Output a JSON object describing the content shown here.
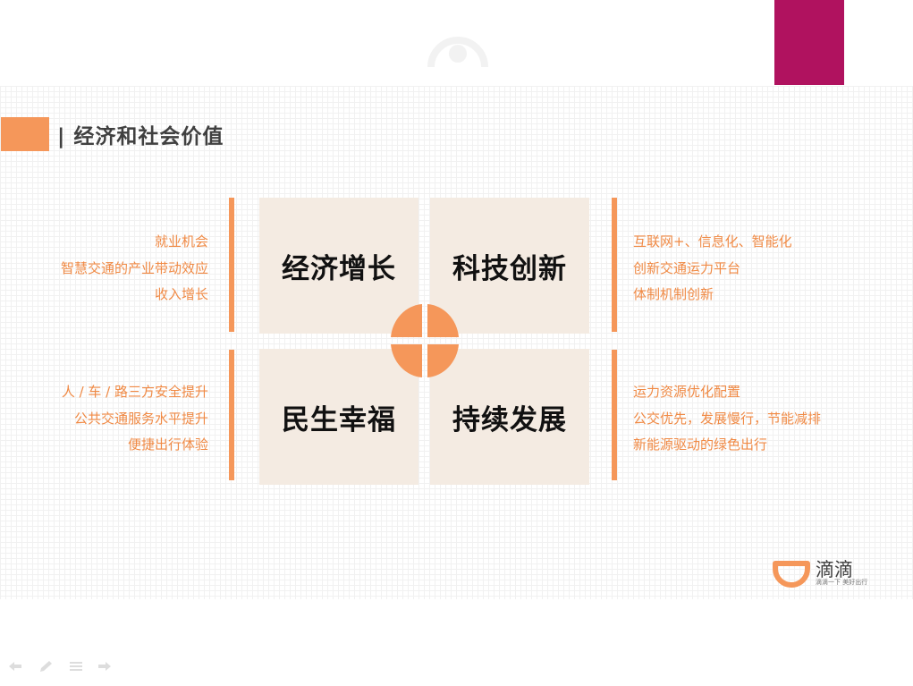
{
  "header": {
    "title": "| 经济和社会价值"
  },
  "quadrants": [
    {
      "label": "经济增长"
    },
    {
      "label": "科技创新"
    },
    {
      "label": "民生幸福"
    },
    {
      "label": "持续发展"
    }
  ],
  "left_top": [
    "就业机会",
    "智慧交通的产业带动效应",
    "收入增长"
  ],
  "left_bottom": [
    "人 / 车 / 路三方安全提升",
    "公共交通服务水平提升",
    "便捷出行体验"
  ],
  "right_top": [
    "互联网+、信息化、智能化",
    "创新交通运力平台",
    "体制机制创新"
  ],
  "right_bottom": [
    "运力资源优化配置",
    "公交优先，发展慢行，节能减排",
    "新能源驱动的绿色出行"
  ],
  "brand": {
    "name": "滴滴",
    "slogan": "滴滴一下 美好出行"
  },
  "colors": {
    "accent": "#f5975a",
    "text_accent": "#f08a45",
    "tile": "#f4ebe2",
    "magenta": "#b0125f"
  }
}
